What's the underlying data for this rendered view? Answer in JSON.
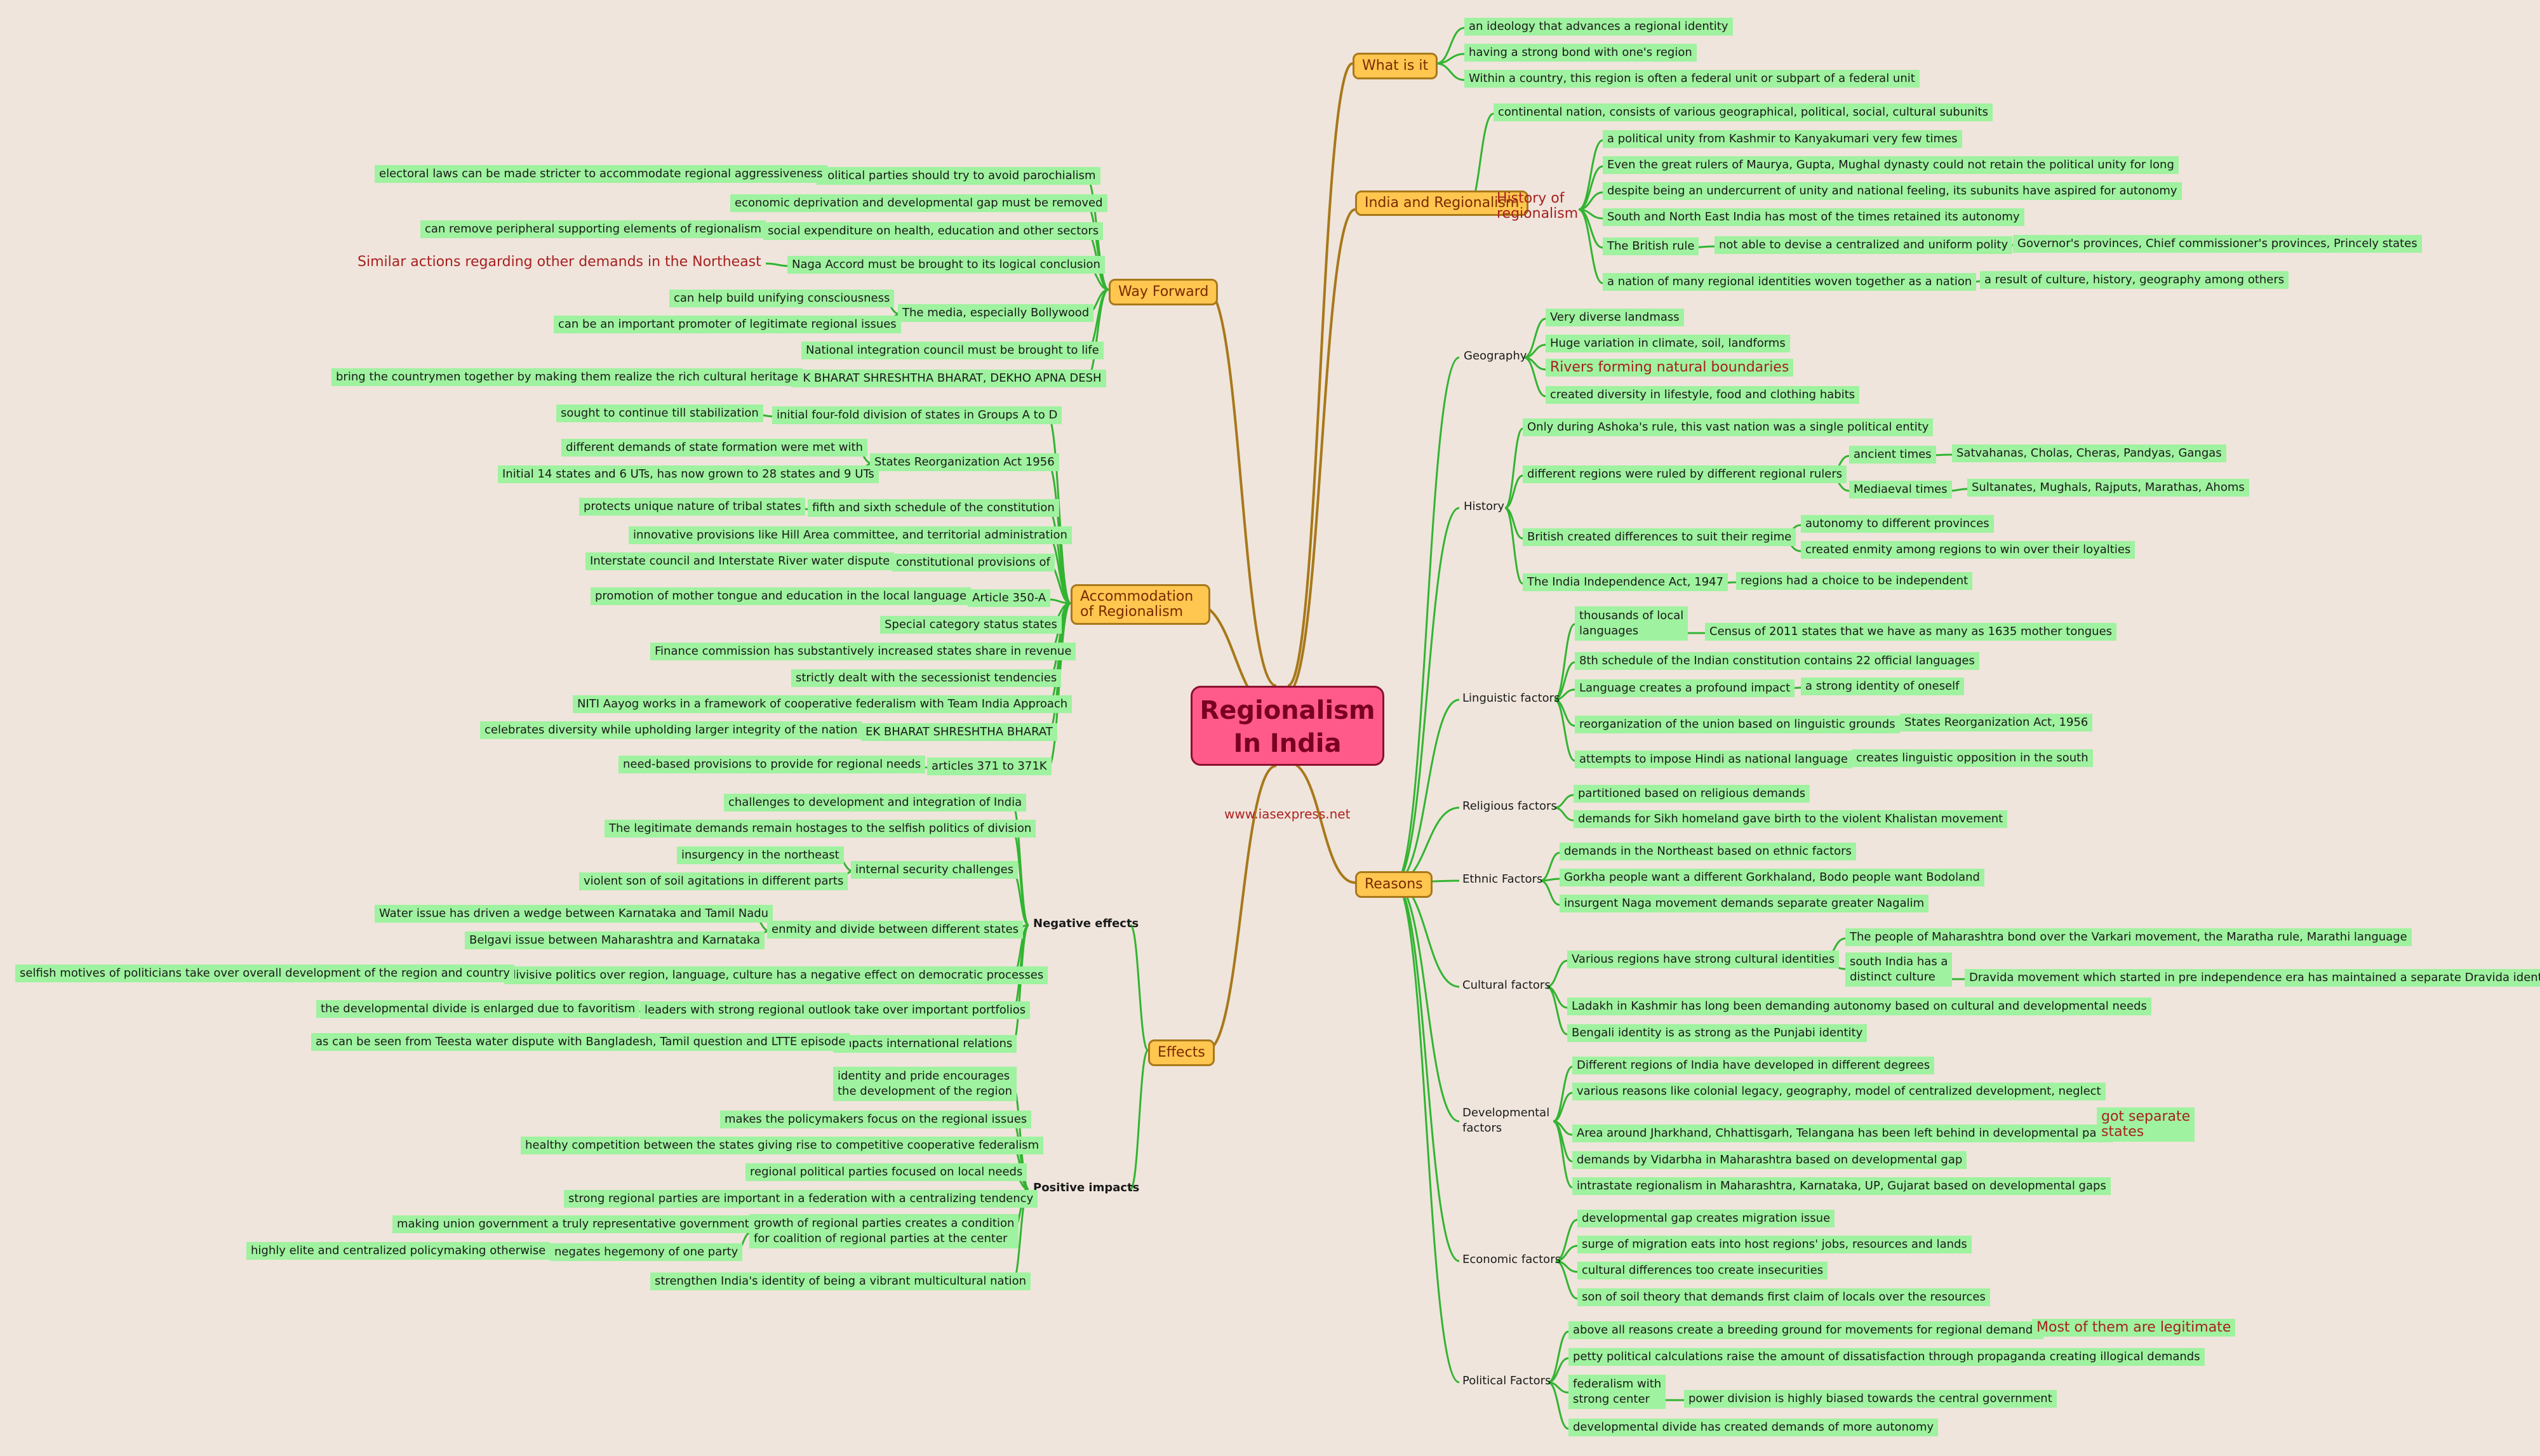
{
  "root": {
    "line1": "Regionalism",
    "line2": "In India"
  },
  "website": "www.iasexpress.net",
  "nodes": {
    "wi": "What is it",
    "wi1": "an ideology that advances a regional identity",
    "wi2": "having a strong bond with one's region",
    "wi3": "Within a country, this region is often a federal unit or subpart of a federal unit",
    "ir": "India and Regionalism",
    "ir1": "continental nation, consists of various geographical, political, social, cultural subunits",
    "hr": "History of regionalism",
    "hr1": "a political unity from Kashmir to Kanyakumari very few times",
    "hr2": "Even the great rulers of Maurya, Gupta, Mughal dynasty could not retain the political unity for long",
    "hr3": "despite being an undercurrent of unity and national feeling, its subunits have aspired for autonomy",
    "hr4": "South and North East India has most of the times retained its autonomy",
    "hr5": "The British rule",
    "hr5a": "not able to devise a centralized and uniform polity",
    "hr5b": "Governor's provinces, Chief commissioner's provinces, Princely states",
    "hr6": "a nation of many regional identities woven together as a nation",
    "hr6a": "a result of culture, history, geography among others",
    "rs": "Reasons",
    "geo": "Geography",
    "geo1": "Very diverse landmass",
    "geo2": "Huge variation in climate, soil, landforms",
    "geo3": "Rivers forming natural boundaries",
    "geo4": "created diversity in lifestyle, food and clothing habits",
    "his": "History",
    "his1": "Only during Ashoka's rule, this vast nation was a single political entity",
    "his2": "different regions were ruled by different regional rulers",
    "his2a": "ancient times",
    "his2a1": "Satvahanas, Cholas, Cheras, Pandyas, Gangas",
    "his2b": "Mediaeval times",
    "his2b1": "Sultanates, Mughals, Rajputs, Marathas, Ahoms",
    "his3": "British created differences to suit their regime",
    "his3a": "autonomy to different provinces",
    "his3b": "created enmity among regions to win over their loyalties",
    "his4": "The India Independence Act, 1947",
    "his4a": "regions had a choice to be independent",
    "lin": "Linguistic factors",
    "lin1a": "thousands of local",
    "lin1b": "languages",
    "lin1c": "Census of 2011 states that we have as many as 1635 mother tongues",
    "lin2": "8th schedule of the Indian constitution contains 22 official languages",
    "lin3": "Language creates a profound impact",
    "lin3a": "a strong identity of oneself",
    "lin4": "reorganization of the union based on linguistic grounds",
    "lin4a": "States Reorganization Act, 1956",
    "lin5": "attempts to impose Hindi as national language",
    "lin5a": "creates linguistic opposition in the south",
    "rel": "Religious factors",
    "rel1": "partitioned based on religious demands",
    "rel2": "demands for Sikh homeland gave birth to the violent Khalistan movement",
    "eth": "Ethnic Factors",
    "eth1": "demands in the Northeast based on ethnic factors",
    "eth2": "Gorkha people want a different Gorkhaland, Bodo people want Bodoland",
    "eth3": "insurgent Naga movement demands separate greater Nagalim",
    "cul": "Cultural factors",
    "cul1": "Various regions have strong cultural identities",
    "cul1a": "The people of Maharashtra bond over the Varkari movement, the Maratha rule, Marathi language",
    "cul1b1": "south India has a",
    "cul1b2": "distinct culture",
    "cul1c": "Dravida movement which started in pre independence era has maintained a separate Dravida identity",
    "cul2": "Ladakh in Kashmir has long been demanding autonomy based on cultural and developmental needs",
    "cul3": "Bengali identity is as strong as the Punjabi identity",
    "dev1h": "Developmental",
    "dev2h": "factors",
    "dev1": "Different regions of India have developed in different degrees",
    "dev2": "various reasons like colonial legacy, geography, model of centralized development, neglect",
    "dev3": "Area around Jharkhand, Chhattisgarh, Telangana has been left behind in developmental path",
    "dev3a1": "got separate",
    "dev3a2": "states",
    "dev4": "demands by Vidarbha in Maharashtra based on developmental gap",
    "dev5": "intrastate regionalism in Maharashtra, Karnataka, UP, Gujarat based on developmental gaps",
    "eco": "Economic factors",
    "eco1": "developmental gap creates migration issue",
    "eco2": "surge of migration eats into host regions' jobs, resources and lands",
    "eco3": "cultural differences too create insecurities",
    "eco4": "son of soil theory that demands first claim of locals over the resources",
    "pol": "Political Factors",
    "pol1": "above all reasons create a breeding ground for movements for regional demands",
    "pol1a": "Most of them are legitimate",
    "pol2": "petty political calculations raise the amount of dissatisfaction through propaganda creating illogical demands",
    "pol3a": "federalism with",
    "pol3b": "strong center",
    "pol3c": "power division is highly biased towards the central government",
    "pol4": "developmental divide has created demands of more autonomy",
    "wf": "Way Forward",
    "wf1": "Political parties should try to avoid parochialism",
    "wf1a": "electoral laws can be made stricter to accommodate regional aggressiveness",
    "wf2": "economic deprivation and developmental gap must be removed",
    "wf3": "social expenditure on health, education and other sectors",
    "wf3a": "can remove peripheral supporting elements of regionalism",
    "wf4": "Naga Accord must be brought to its logical conclusion",
    "wf4a": "Similar actions regarding other demands in the Northeast",
    "wf5": "The media, especially Bollywood",
    "wf5a": "can help build unifying consciousness",
    "wf5b": "can be an important promoter of legitimate regional issues",
    "wf6": "National integration council must be brought to life",
    "wf7": "EK BHARAT SHRESHTHA BHARAT, DEKHO APNA DESH",
    "wf7a": "bring the countrymen together by making them realize the rich cultural heritage",
    "ac": "Accommodation of Regionalism",
    "ac1": "initial four-fold division of states in Groups A to D",
    "ac1a": "sought to continue till stabilization",
    "ac2": "States Reorganization Act 1956",
    "ac2a": "different demands of state formation were met with",
    "ac2b": "Initial 14 states and 6 UTs, has now grown to 28 states and 9 UTs",
    "ac3": "fifth and sixth schedule of the constitution",
    "ac3a": "protects unique nature of tribal states",
    "ac4": "innovative provisions like Hill Area committee, and territorial administration",
    "ac5": "constitutional provisions of",
    "ac5a": "Interstate council and Interstate River water dispute",
    "ac6": "Article 350-A",
    "ac6a": "promotion of mother tongue and education in the local language",
    "ac7": "Special category status states",
    "ac8": "Finance commission has substantively increased states share in revenue",
    "ac9": "strictly dealt with the secessionist tendencies",
    "ac10": "NITI Aayog works in a framework of cooperative federalism with Team India Approach",
    "ac11": "EK BHARAT SHRESHTHA BHARAT",
    "ac11a": "celebrates diversity while upholding larger integrity of the nation",
    "ac12": "articles 371 to 371K",
    "ac12a": "need-based provisions to provide for regional needs",
    "ef": "Effects",
    "neg": "Negative effects",
    "neg1": "challenges to development and integration of India",
    "neg2": "The legitimate demands remain hostages to the selfish politics of division",
    "neg3": "internal security challenges",
    "neg3a": "insurgency in the northeast",
    "neg3b": "violent son of soil agitations in different parts",
    "neg4": "enmity and divide between different states",
    "neg4a": "Water issue has driven a wedge between Karnataka and Tamil Nadu",
    "neg4b": "Belgavi issue between Maharashtra and Karnataka",
    "neg5": "divisive politics over region, language, culture has a negative effect on democratic processes",
    "neg5a": "selfish motives of politicians take over overall development of the region and country",
    "neg6": "leaders with strong regional outlook take over important portfolios",
    "neg6a": "the developmental divide is enlarged due to favoritism",
    "neg7": "impacts international relations",
    "neg7a": "as can be seen from Teesta water dispute with Bangladesh, Tamil question and LTTE episode",
    "pos": "Positive impacts",
    "pos1a": "identity and pride encourages",
    "pos1b": "the development of the region",
    "pos2": "makes the policymakers focus on the regional issues",
    "pos3": "healthy competition between the states giving rise to competitive cooperative federalism",
    "pos4": "regional political parties focused on local needs",
    "pos5": "strong regional parties are important in a federation with a centralizing tendency",
    "pos6a": "growth of regional parties creates a condition",
    "pos6b": "for coalition of regional parties at the center",
    "pos6c": "making union government a truly representative government",
    "pos6d": "negates hegemony of one party",
    "pos6e": "highly elite and centralized policymaking otherwise",
    "pos7": "strengthen India's identity of being a vibrant multicultural nation"
  }
}
